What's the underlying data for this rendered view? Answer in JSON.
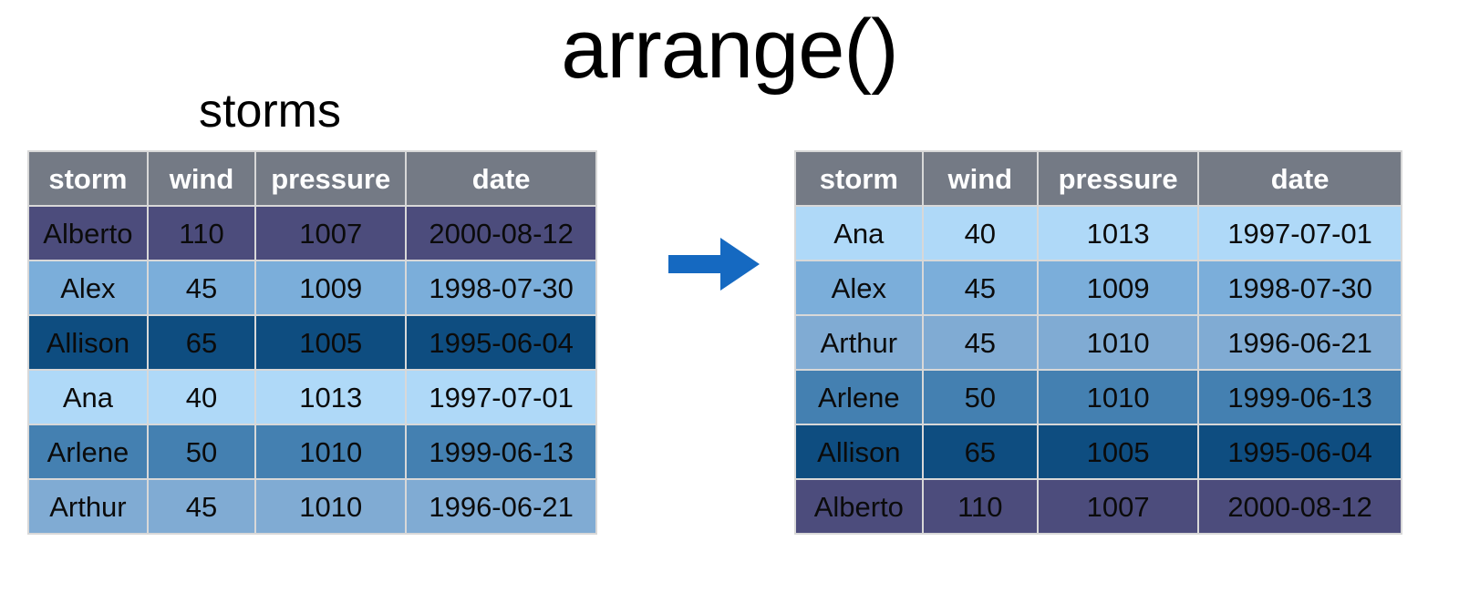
{
  "page": {
    "title": "arrange()",
    "left_table_label": "storms"
  },
  "columns": [
    "storm",
    "wind",
    "pressure",
    "date"
  ],
  "tables": {
    "left": {
      "rows": [
        {
          "cells": [
            "Alberto",
            "110",
            "1007",
            "2000-08-12"
          ],
          "bg": "#4C4C7C"
        },
        {
          "cells": [
            "Alex",
            "45",
            "1009",
            "1998-07-30"
          ],
          "bg": "#7BAEDA"
        },
        {
          "cells": [
            "Allison",
            "65",
            "1005",
            "1995-06-04"
          ],
          "bg": "#0E4D80"
        },
        {
          "cells": [
            "Ana",
            "40",
            "1013",
            "1997-07-01"
          ],
          "bg": "#AFD9F8"
        },
        {
          "cells": [
            "Arlene",
            "50",
            "1010",
            "1999-06-13"
          ],
          "bg": "#4480B1"
        },
        {
          "cells": [
            "Arthur",
            "45",
            "1010",
            "1996-06-21"
          ],
          "bg": "#80ABD3"
        }
      ]
    },
    "right": {
      "rows": [
        {
          "cells": [
            "Ana",
            "40",
            "1013",
            "1997-07-01"
          ],
          "bg": "#AFD9F8"
        },
        {
          "cells": [
            "Alex",
            "45",
            "1009",
            "1998-07-30"
          ],
          "bg": "#7BAEDA"
        },
        {
          "cells": [
            "Arthur",
            "45",
            "1010",
            "1996-06-21"
          ],
          "bg": "#80ABD3"
        },
        {
          "cells": [
            "Arlene",
            "50",
            "1010",
            "1999-06-13"
          ],
          "bg": "#4480B1"
        },
        {
          "cells": [
            "Allison",
            "65",
            "1005",
            "1995-06-04"
          ],
          "bg": "#0E4D80"
        },
        {
          "cells": [
            "Alberto",
            "110",
            "1007",
            "2000-08-12"
          ],
          "bg": "#4C4C7C"
        }
      ]
    }
  },
  "colors": {
    "header_bg": "#747A85",
    "header_text": "#FFFFFF",
    "cell_text": "#0B0B0B",
    "grid_line": "#D8D8D8",
    "arrow": "#1569C1",
    "background": "#FFFFFF"
  }
}
